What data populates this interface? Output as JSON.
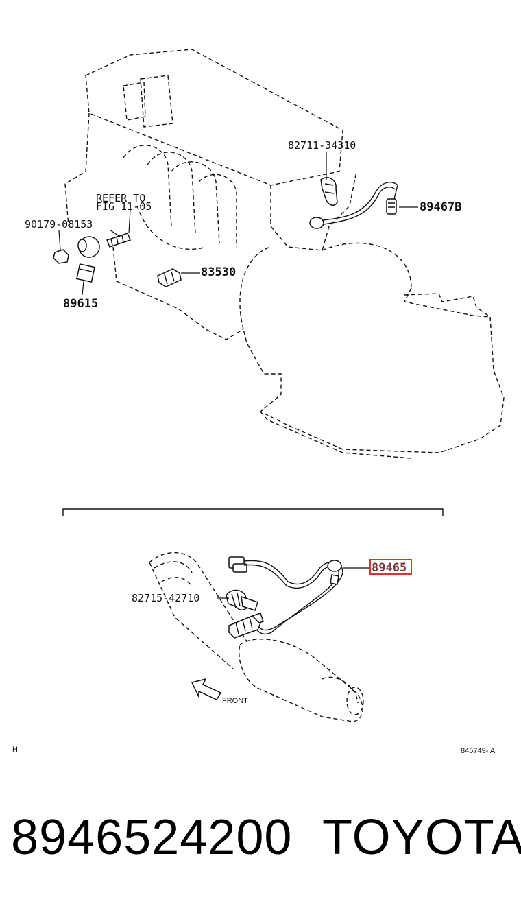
{
  "labels": {
    "upper": {
      "p82711": "82711-34310",
      "p89467b": "89467B",
      "refer_line1": "REFER TO",
      "refer_line2": "FIG 11-05",
      "p90179": "90179-08153",
      "p83530": "83530",
      "p89615": "89615"
    },
    "lower": {
      "p89465": "89465",
      "p82715": "82715-42710",
      "front": "FRONT"
    },
    "corner_mark": "H",
    "drawing_id": "845749- A"
  },
  "highlight_color": "#e03030",
  "footer": {
    "part_number": "8946524200",
    "brand": "TOYOTA"
  }
}
